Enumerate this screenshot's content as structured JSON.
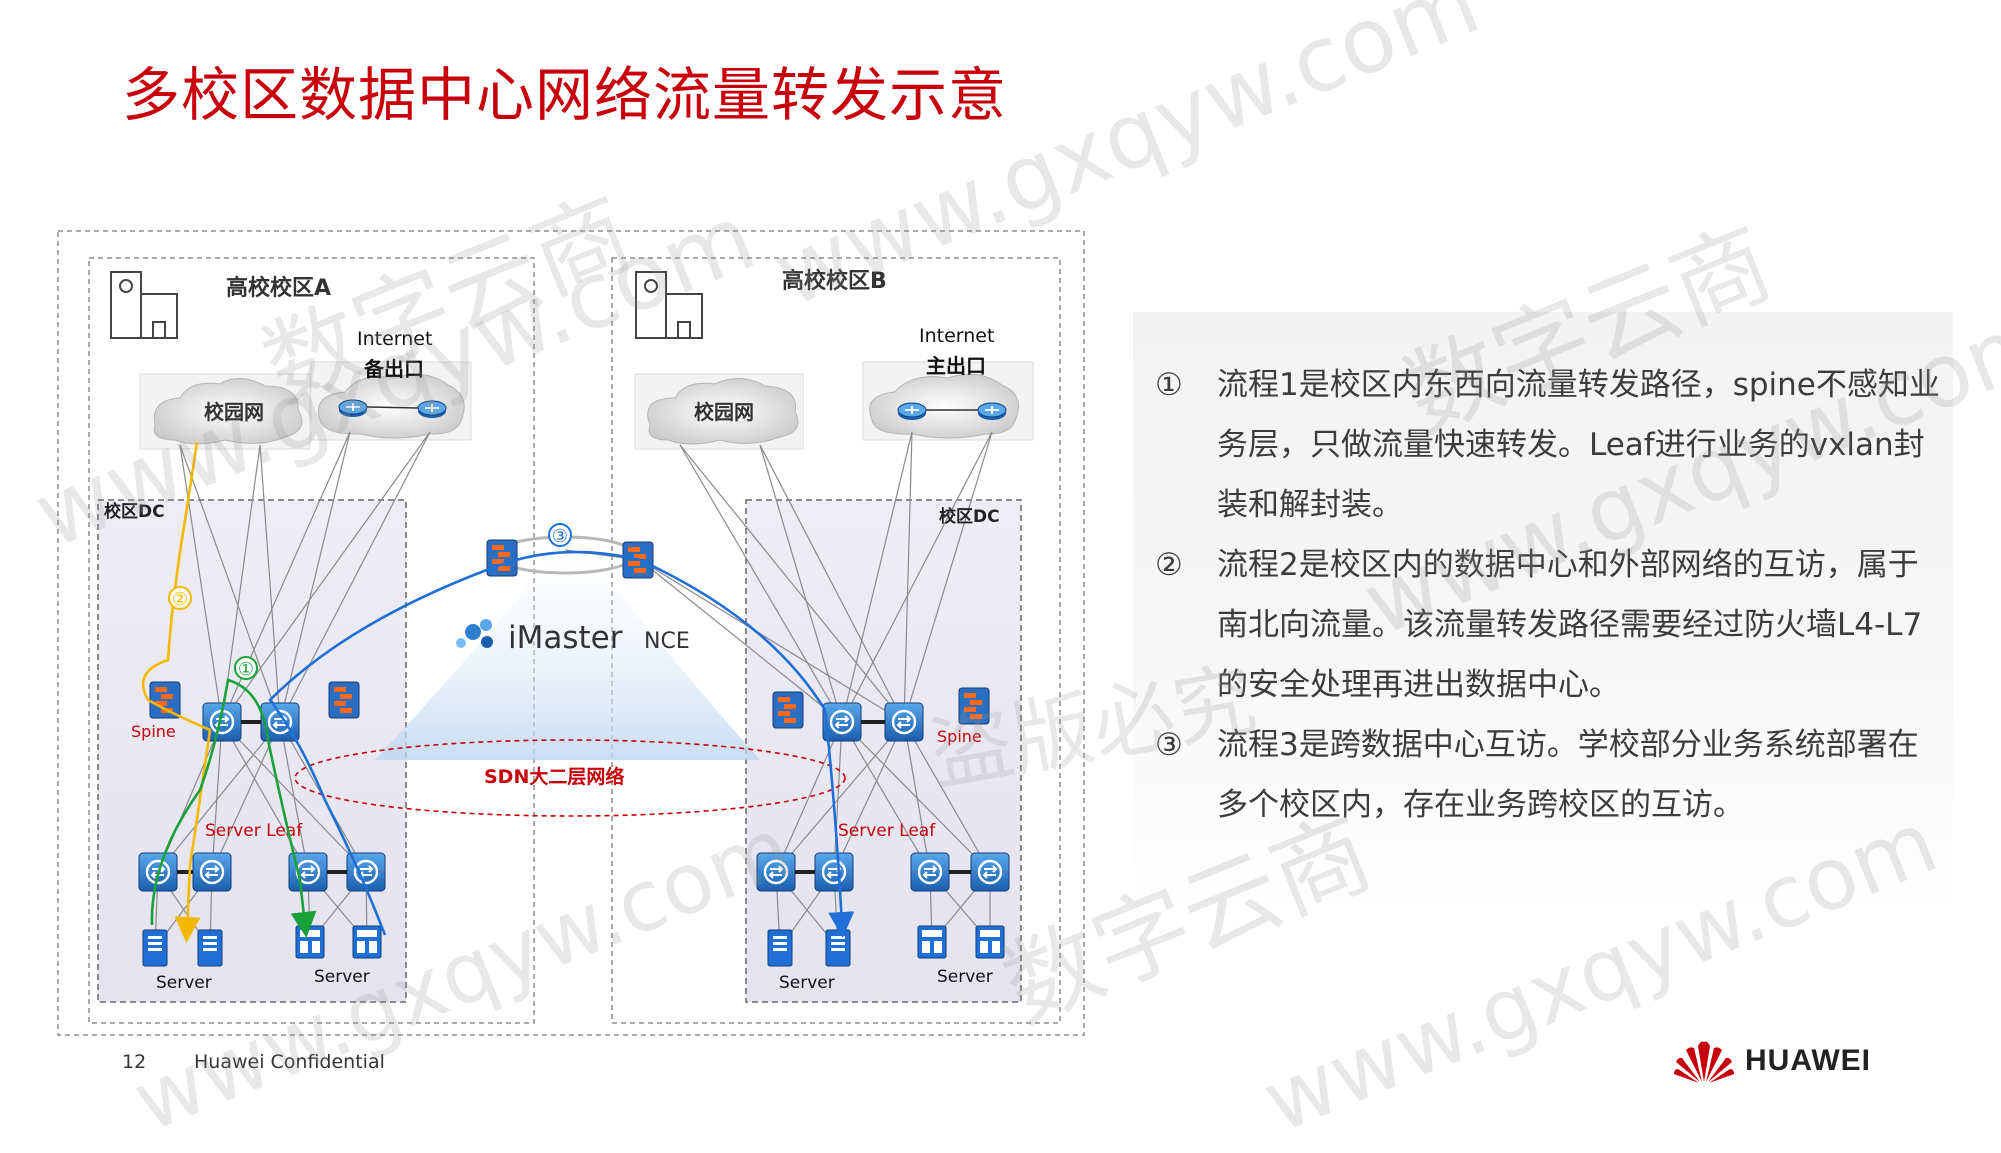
{
  "slide": {
    "title": "多校区数据中心网络流量转发示意",
    "page_number": "12",
    "confidential": "Huawei Confidential",
    "brand": "HUAWEI",
    "brand_color": "#c7000b"
  },
  "diagram": {
    "campus_a": {
      "title": "高校校区A",
      "internet_label": "Internet",
      "exit_label": "备出口",
      "campus_net": "校园网",
      "dc_label": "校区DC",
      "spine_label": "Spine",
      "leaf_label": "Server Leaf",
      "server_left": "Server",
      "server_right": "Server"
    },
    "campus_b": {
      "title": "高校校区B",
      "internet_label": "Internet",
      "exit_label": "主出口",
      "campus_net": "校园网",
      "dc_label": "校区DC",
      "spine_label": "Spine",
      "leaf_label": "Server Leaf",
      "server_left": "Server",
      "server_right": "Server"
    },
    "controller": {
      "name": "iMaster",
      "suffix": "NCE"
    },
    "sdn_label": "SDN大二层网络",
    "flow_markers": {
      "flow1": "①",
      "flow2": "②",
      "flow3": "③"
    },
    "flow_colors": {
      "flow1": "#1aa23a",
      "flow2": "#f5b800",
      "flow3": "#1f6fd6"
    }
  },
  "explanations": [
    {
      "num": "①",
      "text": "流程1是校区内东西向流量转发路径，spine不感知业务层，只做流量快速转发。Leaf进行业务的vxlan封装和解封装。"
    },
    {
      "num": "②",
      "text": "流程2是校区内的数据中心和外部网络的互访，属于南北向流量。该流量转发路径需要经过防火墙L4-L7的安全处理再进出数据中心。"
    },
    {
      "num": "③",
      "text": "流程3是跨数据中心互访。学校部分业务系统部署在多个校区内，存在业务跨校区的互访。"
    }
  ],
  "watermarks": [
    "数字云商",
    "www.gxqyw.com",
    "盗版必究"
  ]
}
